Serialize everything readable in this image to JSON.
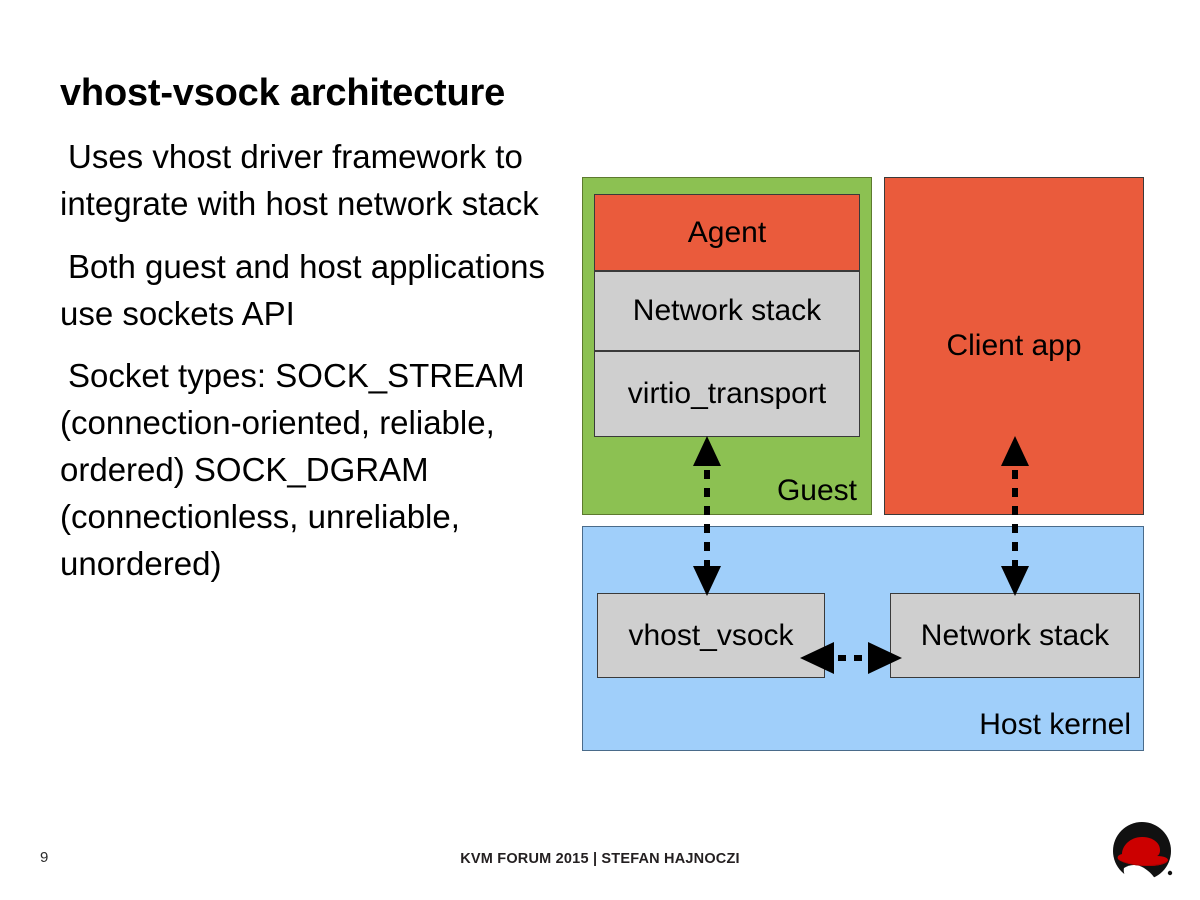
{
  "slide": {
    "title": "vhost-vsock architecture",
    "page_number": "9",
    "footer": "KVM FORUM 2015 | STEFAN HAJNOCZI",
    "logo_name": "Red Hat Shadowman logo"
  },
  "bullets": [
    "Uses vhost driver framework to integrate with host network stack",
    "Both guest and host applications use sockets API",
    "Socket types: SOCK_STREAM (connection-oriented, reliable, ordered) SOCK_DGRAM (connectionless, unreliable, unordered)"
  ],
  "diagram": {
    "guest": {
      "label": "Guest",
      "color": "#8cc152",
      "boxes": [
        {
          "label": "Agent",
          "color": "#ea5b3c"
        },
        {
          "label": "Network stack",
          "color": "#cfcfcf"
        },
        {
          "label": "virtio_transport",
          "color": "#cfcfcf"
        }
      ]
    },
    "client_app": {
      "label": "Client app",
      "color": "#ea5b3c"
    },
    "host_kernel": {
      "label": "Host kernel",
      "color": "#a0cffa",
      "boxes": [
        {
          "label": "vhost_vsock",
          "color": "#cfcfcf"
        },
        {
          "label": "Network stack",
          "color": "#cfcfcf"
        }
      ]
    },
    "connections": [
      {
        "name": "virtio-transport-to-vhost-vsock",
        "style": "dashed",
        "heads": "both",
        "orientation": "vertical"
      },
      {
        "name": "client-app-to-host-network-stack",
        "style": "dashed",
        "heads": "both",
        "orientation": "vertical"
      },
      {
        "name": "vhost-vsock-to-host-network-stack",
        "style": "dashed",
        "heads": "both",
        "orientation": "horizontal"
      }
    ]
  },
  "colors": {
    "green": "#8cc152",
    "red": "#ea5b3c",
    "blue": "#a0cffa",
    "gray": "#cfcfcf",
    "black": "#000000",
    "logo_red": "#cc0000"
  }
}
